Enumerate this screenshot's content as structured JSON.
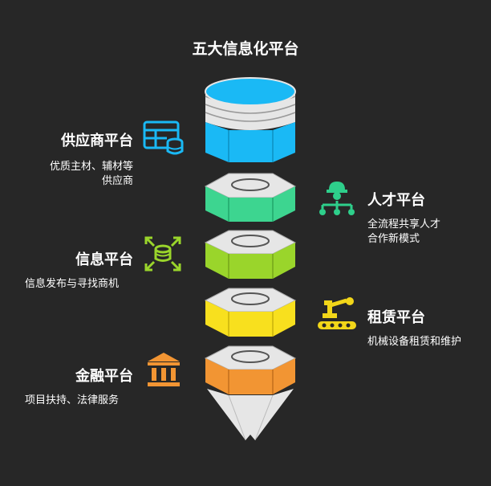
{
  "title": "五大信息化平台",
  "platforms": [
    {
      "label": "供应商平台",
      "desc_line1": "优质主材、辅材等",
      "desc_line2": "供应商",
      "color": "#1ab9f5"
    },
    {
      "label": "人才平台",
      "desc_line1": "全流程共享人才",
      "desc_line2": "合作新模式",
      "color": "#2ecf8b"
    },
    {
      "label": "信息平台",
      "desc_line1": "信息发布与寻找商机",
      "color": "#9ad52b"
    },
    {
      "label": "租赁平台",
      "desc_line1": "机械设备租赁和维护",
      "color": "#f2d619"
    },
    {
      "label": "金融平台",
      "desc_line1": "项目扶持、法律服务",
      "color": "#f29533"
    }
  ],
  "icons": [
    "database-table-icon",
    "org-chart-icon",
    "data-exchange-icon",
    "robot-arm-icon",
    "bank-icon"
  ]
}
